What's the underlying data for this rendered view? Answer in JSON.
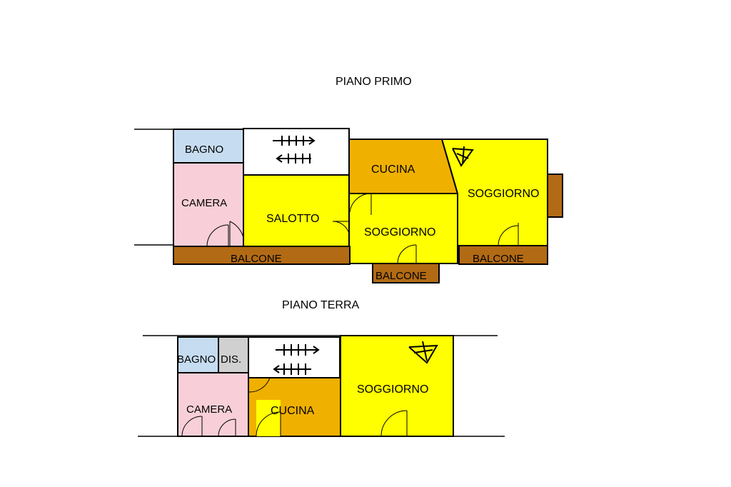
{
  "floors": [
    {
      "title": "PIANO PRIMO",
      "rooms": {
        "bagno": "BAGNO",
        "camera": "CAMERA",
        "salotto": "SALOTTO",
        "cucina": "CUCINA",
        "soggiorno_a": "SOGGIORNO",
        "soggiorno_b": "SOGGIORNO",
        "balcone_a": "BALCONE",
        "balcone_b": "BALCONE",
        "balcone_c": "BALCONE"
      }
    },
    {
      "title": "PIANO TERRA",
      "rooms": {
        "bagno": "BAGNO",
        "dis": "DIS.",
        "camera": "CAMERA",
        "cucina": "CUCINA",
        "soggiorno": "SOGGIORNO"
      }
    }
  ],
  "colors": {
    "living": "#ffff00",
    "kitchen": "#f0b000",
    "bathroom": "#c6dcf0",
    "bedroom": "#f8cfd8",
    "balcony": "#b26a14",
    "corridor": "#d0d0d0",
    "stairs": "#ffffff"
  }
}
